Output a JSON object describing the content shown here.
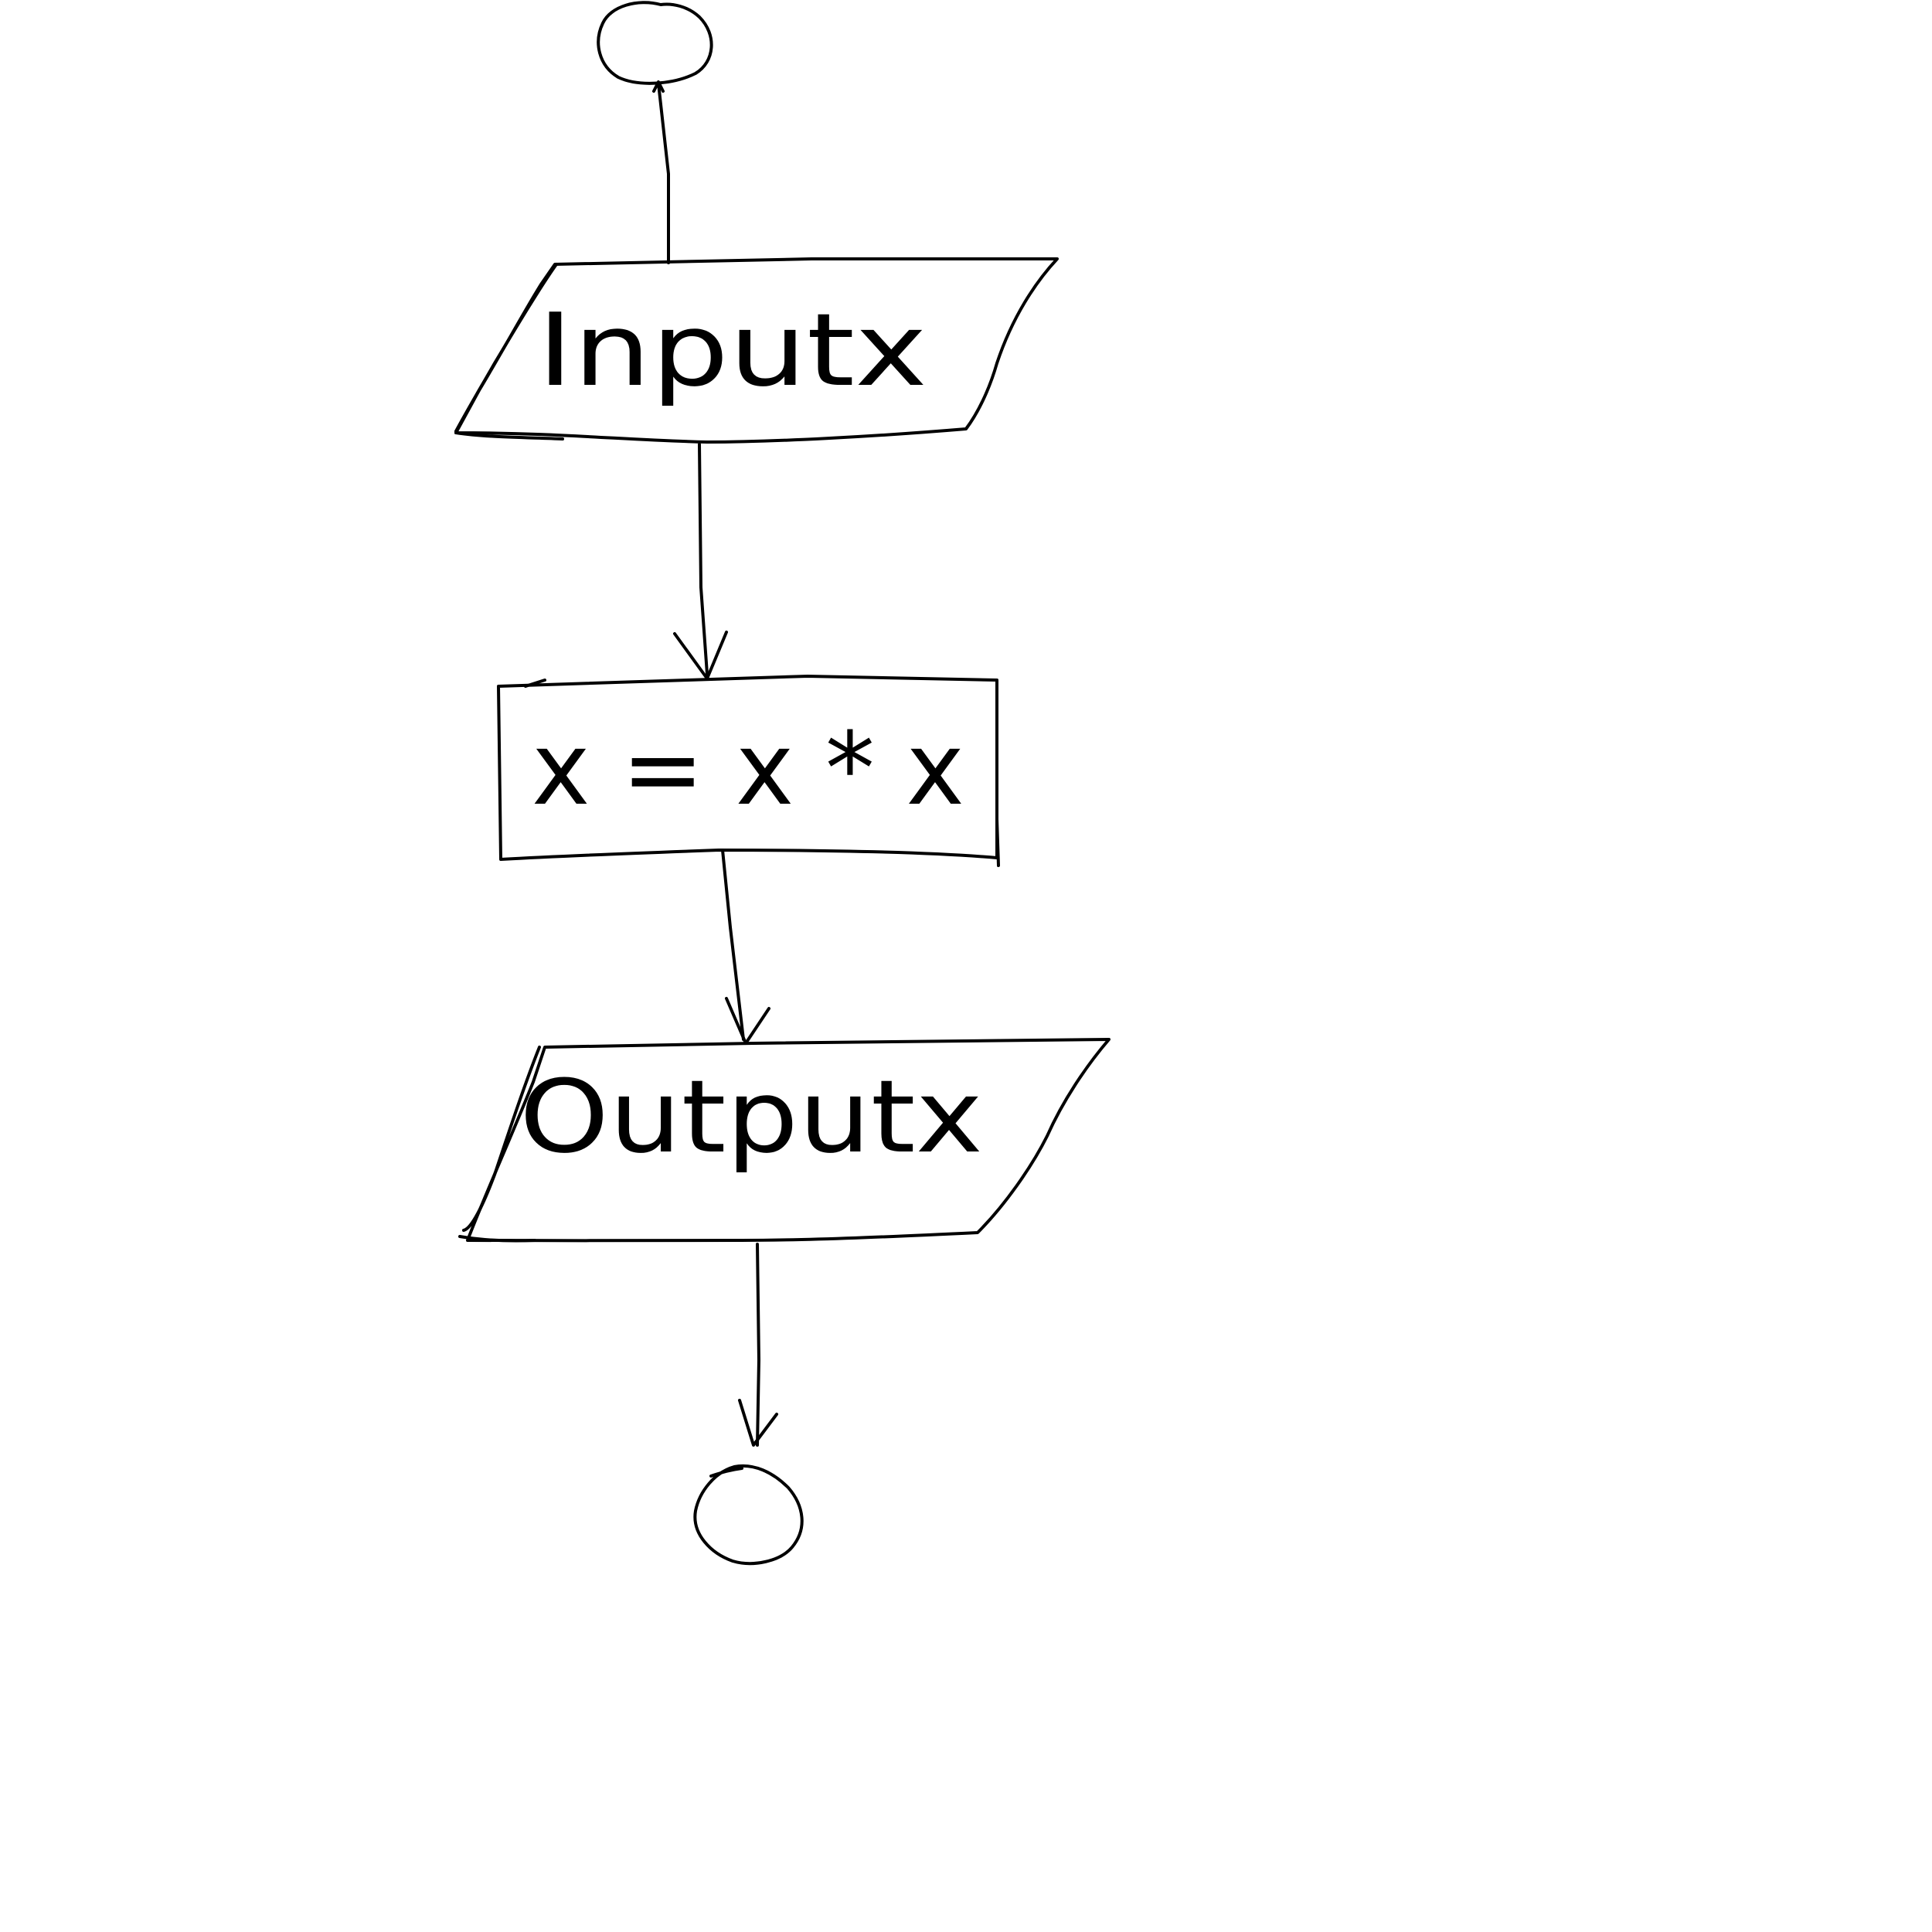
{
  "diagram": {
    "nodes": [
      {
        "id": "start",
        "shape": "terminal",
        "label": ""
      },
      {
        "id": "input",
        "shape": "parallelogram",
        "label": "Inputx"
      },
      {
        "id": "process",
        "shape": "rectangle",
        "label": "x = x * x"
      },
      {
        "id": "output",
        "shape": "parallelogram",
        "label": "Outputx"
      },
      {
        "id": "end",
        "shape": "terminal",
        "label": ""
      }
    ],
    "edges": [
      {
        "from": "input",
        "to": "start"
      },
      {
        "from": "input",
        "to": "process"
      },
      {
        "from": "process",
        "to": "output"
      },
      {
        "from": "output",
        "to": "end"
      }
    ]
  },
  "colors": {
    "stroke": "#000000",
    "background": "#ffffff"
  }
}
